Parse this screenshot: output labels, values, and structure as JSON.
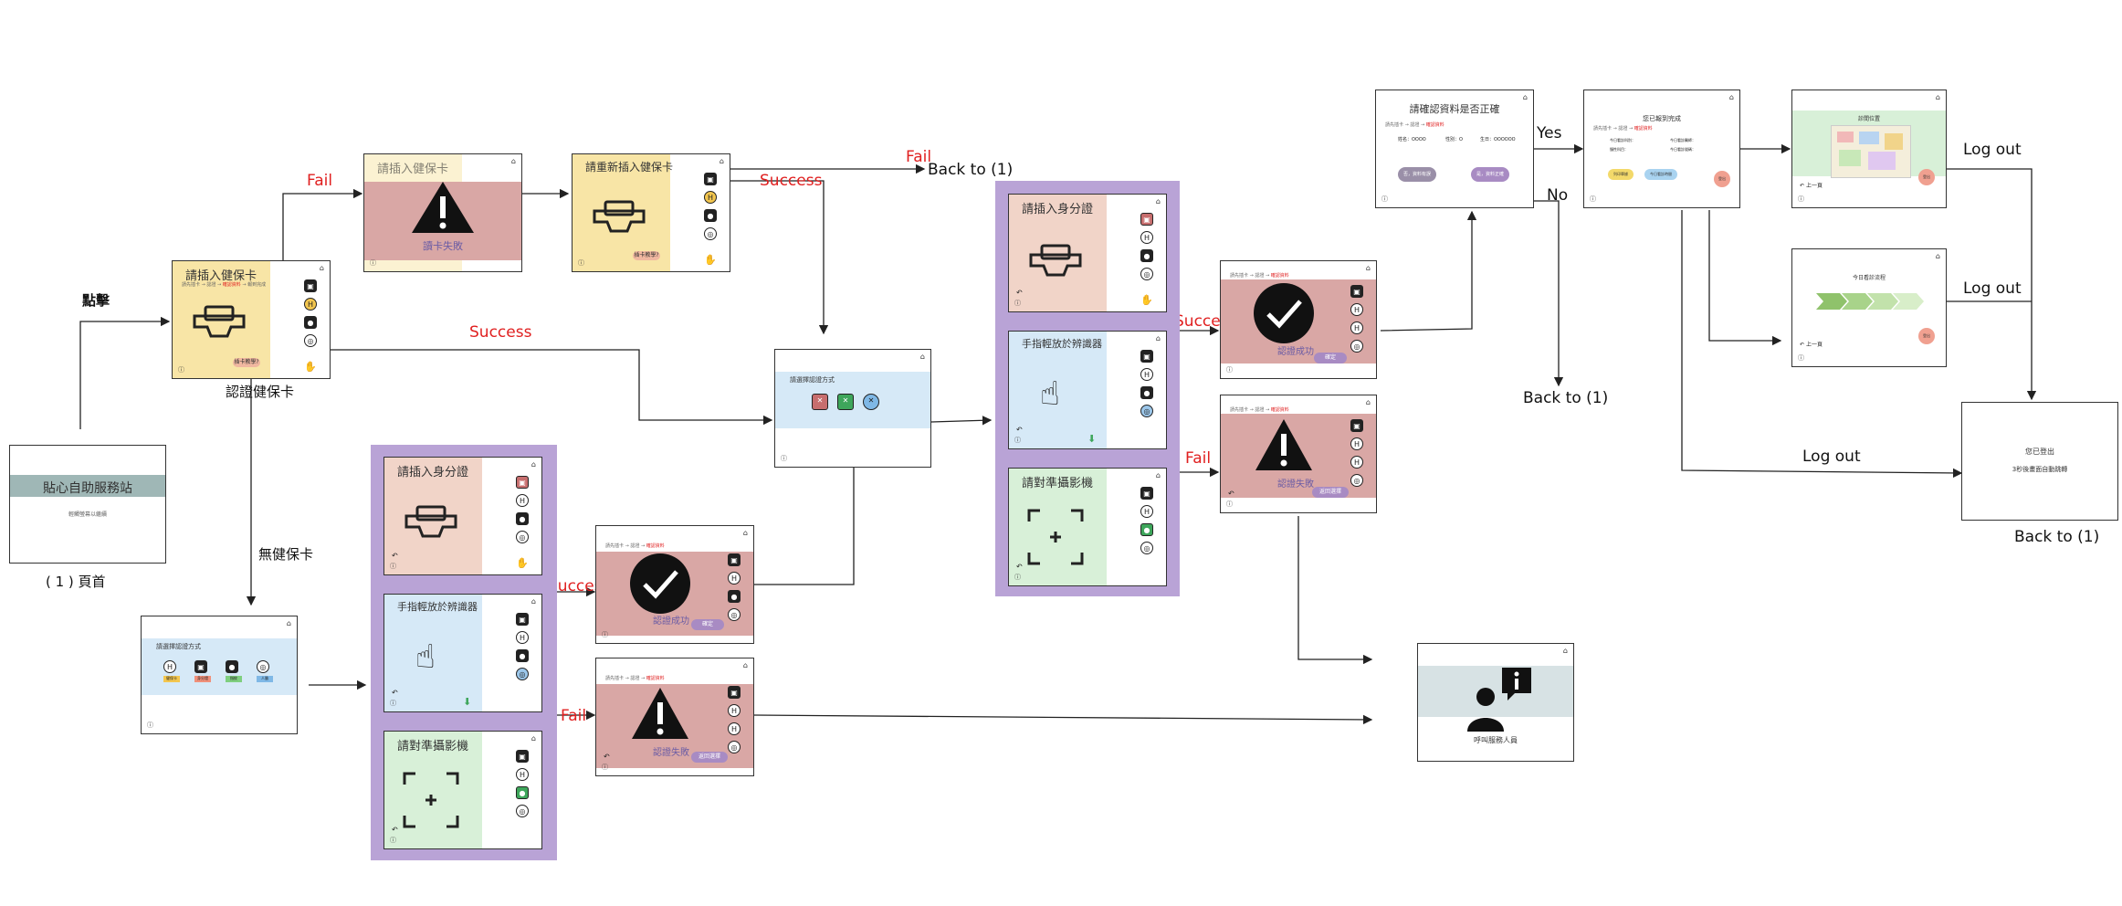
{
  "labels": {
    "click": "點擊",
    "fail_1": "Fail",
    "success_1": "Success",
    "success_2": "Success",
    "fail_back": "Fail",
    "back_to_1_a": "Back to (1)",
    "no_card": "無健保卡",
    "success_3": "Success",
    "fail_2": "Fail",
    "success_4": "Success",
    "fail_3": "Fail",
    "yes": "Yes",
    "no": "No",
    "back_to_1_b": "Back to (1)",
    "logout_1": "Log out",
    "logout_2": "Log out",
    "logout_3": "Log out",
    "back_to_1_c": "Back to (1)"
  },
  "captions": {
    "home": "( 1 ) 頁首",
    "verify_card": "認證健保卡"
  },
  "screens": {
    "home": {
      "banner": "貼心自助服務站",
      "sub": "輕觸螢幕以繼續"
    },
    "insert_card": {
      "title": "請插入健保卡",
      "button": "插卡教學?",
      "crumb_prefix": "請先插卡 → 認證 → ",
      "crumb_hl": "確認資料",
      "crumb_suffix": " → 報到完成"
    },
    "read_fail": {
      "title": "請插入健保卡",
      "fail": "讀卡失敗"
    },
    "reinsert": {
      "title": "請重新插入健保卡",
      "button": "插卡教學?"
    },
    "choose_method": {
      "title": "請選擇認證方式",
      "opts": [
        "健保卡",
        "身分證",
        "指紋",
        "人臉"
      ]
    },
    "choose_method2": {
      "title": "請選擇認證方式"
    },
    "insert_id": {
      "title": "請插入身分證"
    },
    "finger": {
      "title": "手指輕放於辨識器"
    },
    "face": {
      "title": "請對準攝影機"
    },
    "verify_ok": {
      "text": "認證成功",
      "btn": "確定"
    },
    "verify_fail": {
      "text": "認證失敗",
      "btn": "返回選擇"
    },
    "confirm": {
      "title": "請確認資料是否正確",
      "f1": "姓名：OOOO",
      "f2": "性別：O",
      "f3": "生日：OOOOOO",
      "b_no": "否，資料有誤",
      "b_yes": "是，資料正確"
    },
    "checkin_done": {
      "title": "您已報到完成",
      "l1": "今日看診科別：",
      "l2": "今日看診醫師：",
      "l3": "慢性科目：",
      "l4": "今日看診號碼：",
      "b1": "列印單據",
      "b2": "今日看診時間",
      "b3": "登出"
    },
    "map": {
      "title": "診間位置",
      "back": "上一頁",
      "logout": "登出"
    },
    "flow": {
      "title": "今日看診流程",
      "back": "上一頁",
      "logout": "登出"
    },
    "logout": {
      "l1": "您已登出",
      "l2": "3秒後畫面自動跳轉"
    },
    "staff": {
      "text": "呼叫服務人員"
    }
  },
  "colors": {
    "yellow": "#f8e5a6",
    "pink": "#f1d4c8",
    "red_panel": "#d9a7a5",
    "blue": "#d6e9f7",
    "green": "#d8f0d8",
    "purple": "#b9a3d6",
    "teal_banner": "#9fb7b6",
    "fail_red": "#e02020"
  }
}
